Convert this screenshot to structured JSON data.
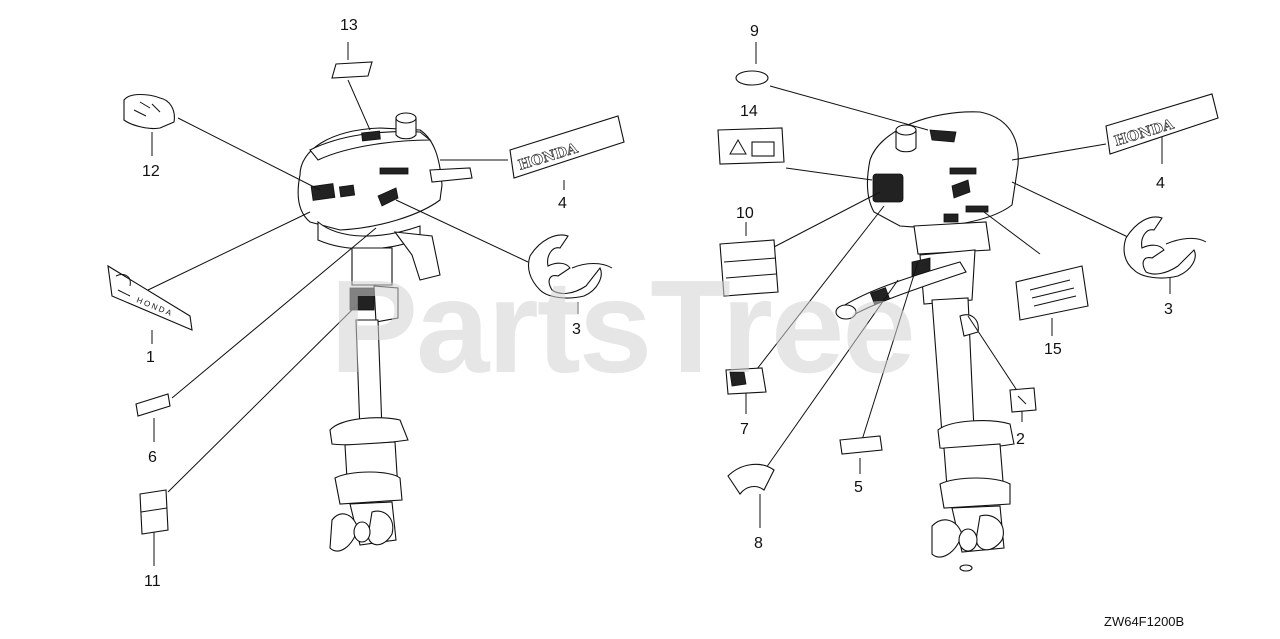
{
  "diagram": {
    "watermark": "PartsTree",
    "diagram_code": "ZW64F1200B",
    "decal_text": {
      "honda": "HONDA"
    },
    "callouts": [
      {
        "id": "13",
        "label": "13"
      },
      {
        "id": "12",
        "label": "12"
      },
      {
        "id": "4-left",
        "label": "4"
      },
      {
        "id": "3-left",
        "label": "3"
      },
      {
        "id": "1",
        "label": "1"
      },
      {
        "id": "6",
        "label": "6"
      },
      {
        "id": "11",
        "label": "11"
      },
      {
        "id": "9",
        "label": "9"
      },
      {
        "id": "14",
        "label": "14"
      },
      {
        "id": "10",
        "label": "10"
      },
      {
        "id": "7",
        "label": "7"
      },
      {
        "id": "8",
        "label": "8"
      },
      {
        "id": "5",
        "label": "5"
      },
      {
        "id": "2",
        "label": "2"
      },
      {
        "id": "15",
        "label": "15"
      },
      {
        "id": "4-right",
        "label": "4"
      },
      {
        "id": "3-right",
        "label": "3"
      }
    ]
  }
}
